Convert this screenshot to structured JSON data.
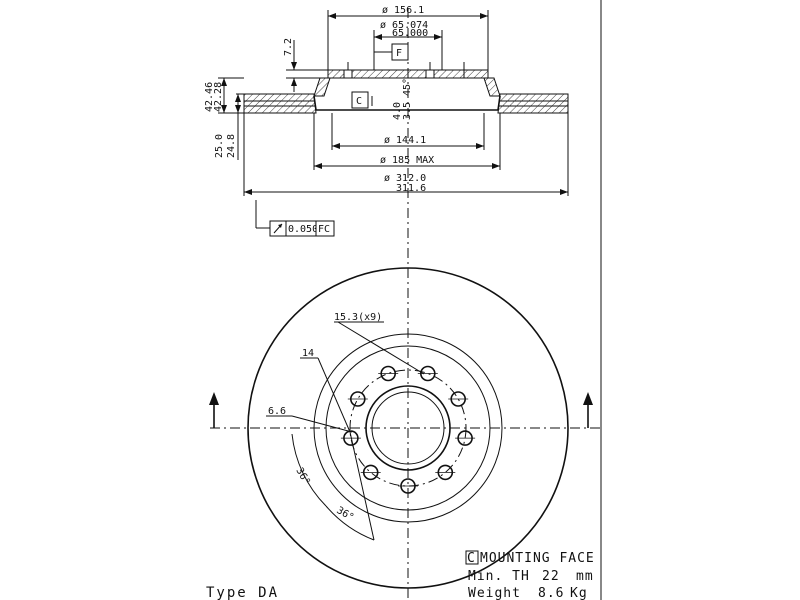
{
  "dimensions": {
    "d_156": "ø 156.1",
    "d_65a": "ø 65.074",
    "d_65b": "65.000",
    "h_7_2": "7.2",
    "h_42_46": "42.46",
    "h_42_28": "42.28",
    "h_25_0": "25.0",
    "h_24_8": "24.8",
    "d_144": "ø 144.1",
    "d_185": "ø 185 MAX",
    "d_312": "ø 312.0",
    "d_311": "311.6",
    "chamfer_a": "4.0",
    "chamfer_b": "3.5",
    "chamfer_angle": "45°",
    "holes": "15.3(x9)",
    "d_14": "14",
    "d_6_6": "6.6",
    "angle_1": "36°",
    "angle_2": "36°"
  },
  "tolerance": {
    "symbol": "runout",
    "value": "0.050",
    "datum": "FC"
  },
  "datum_labels": {
    "f": "F",
    "c": "C"
  },
  "legend": {
    "symbol": "C",
    "mounting_face": "MOUNTING FACE",
    "min_th_label": "Min. TH",
    "min_th_value": "22",
    "min_th_unit": "mm",
    "weight_label": "Weight",
    "weight_value": "8.6",
    "weight_unit": "Kg"
  },
  "type_label": "Type DA"
}
